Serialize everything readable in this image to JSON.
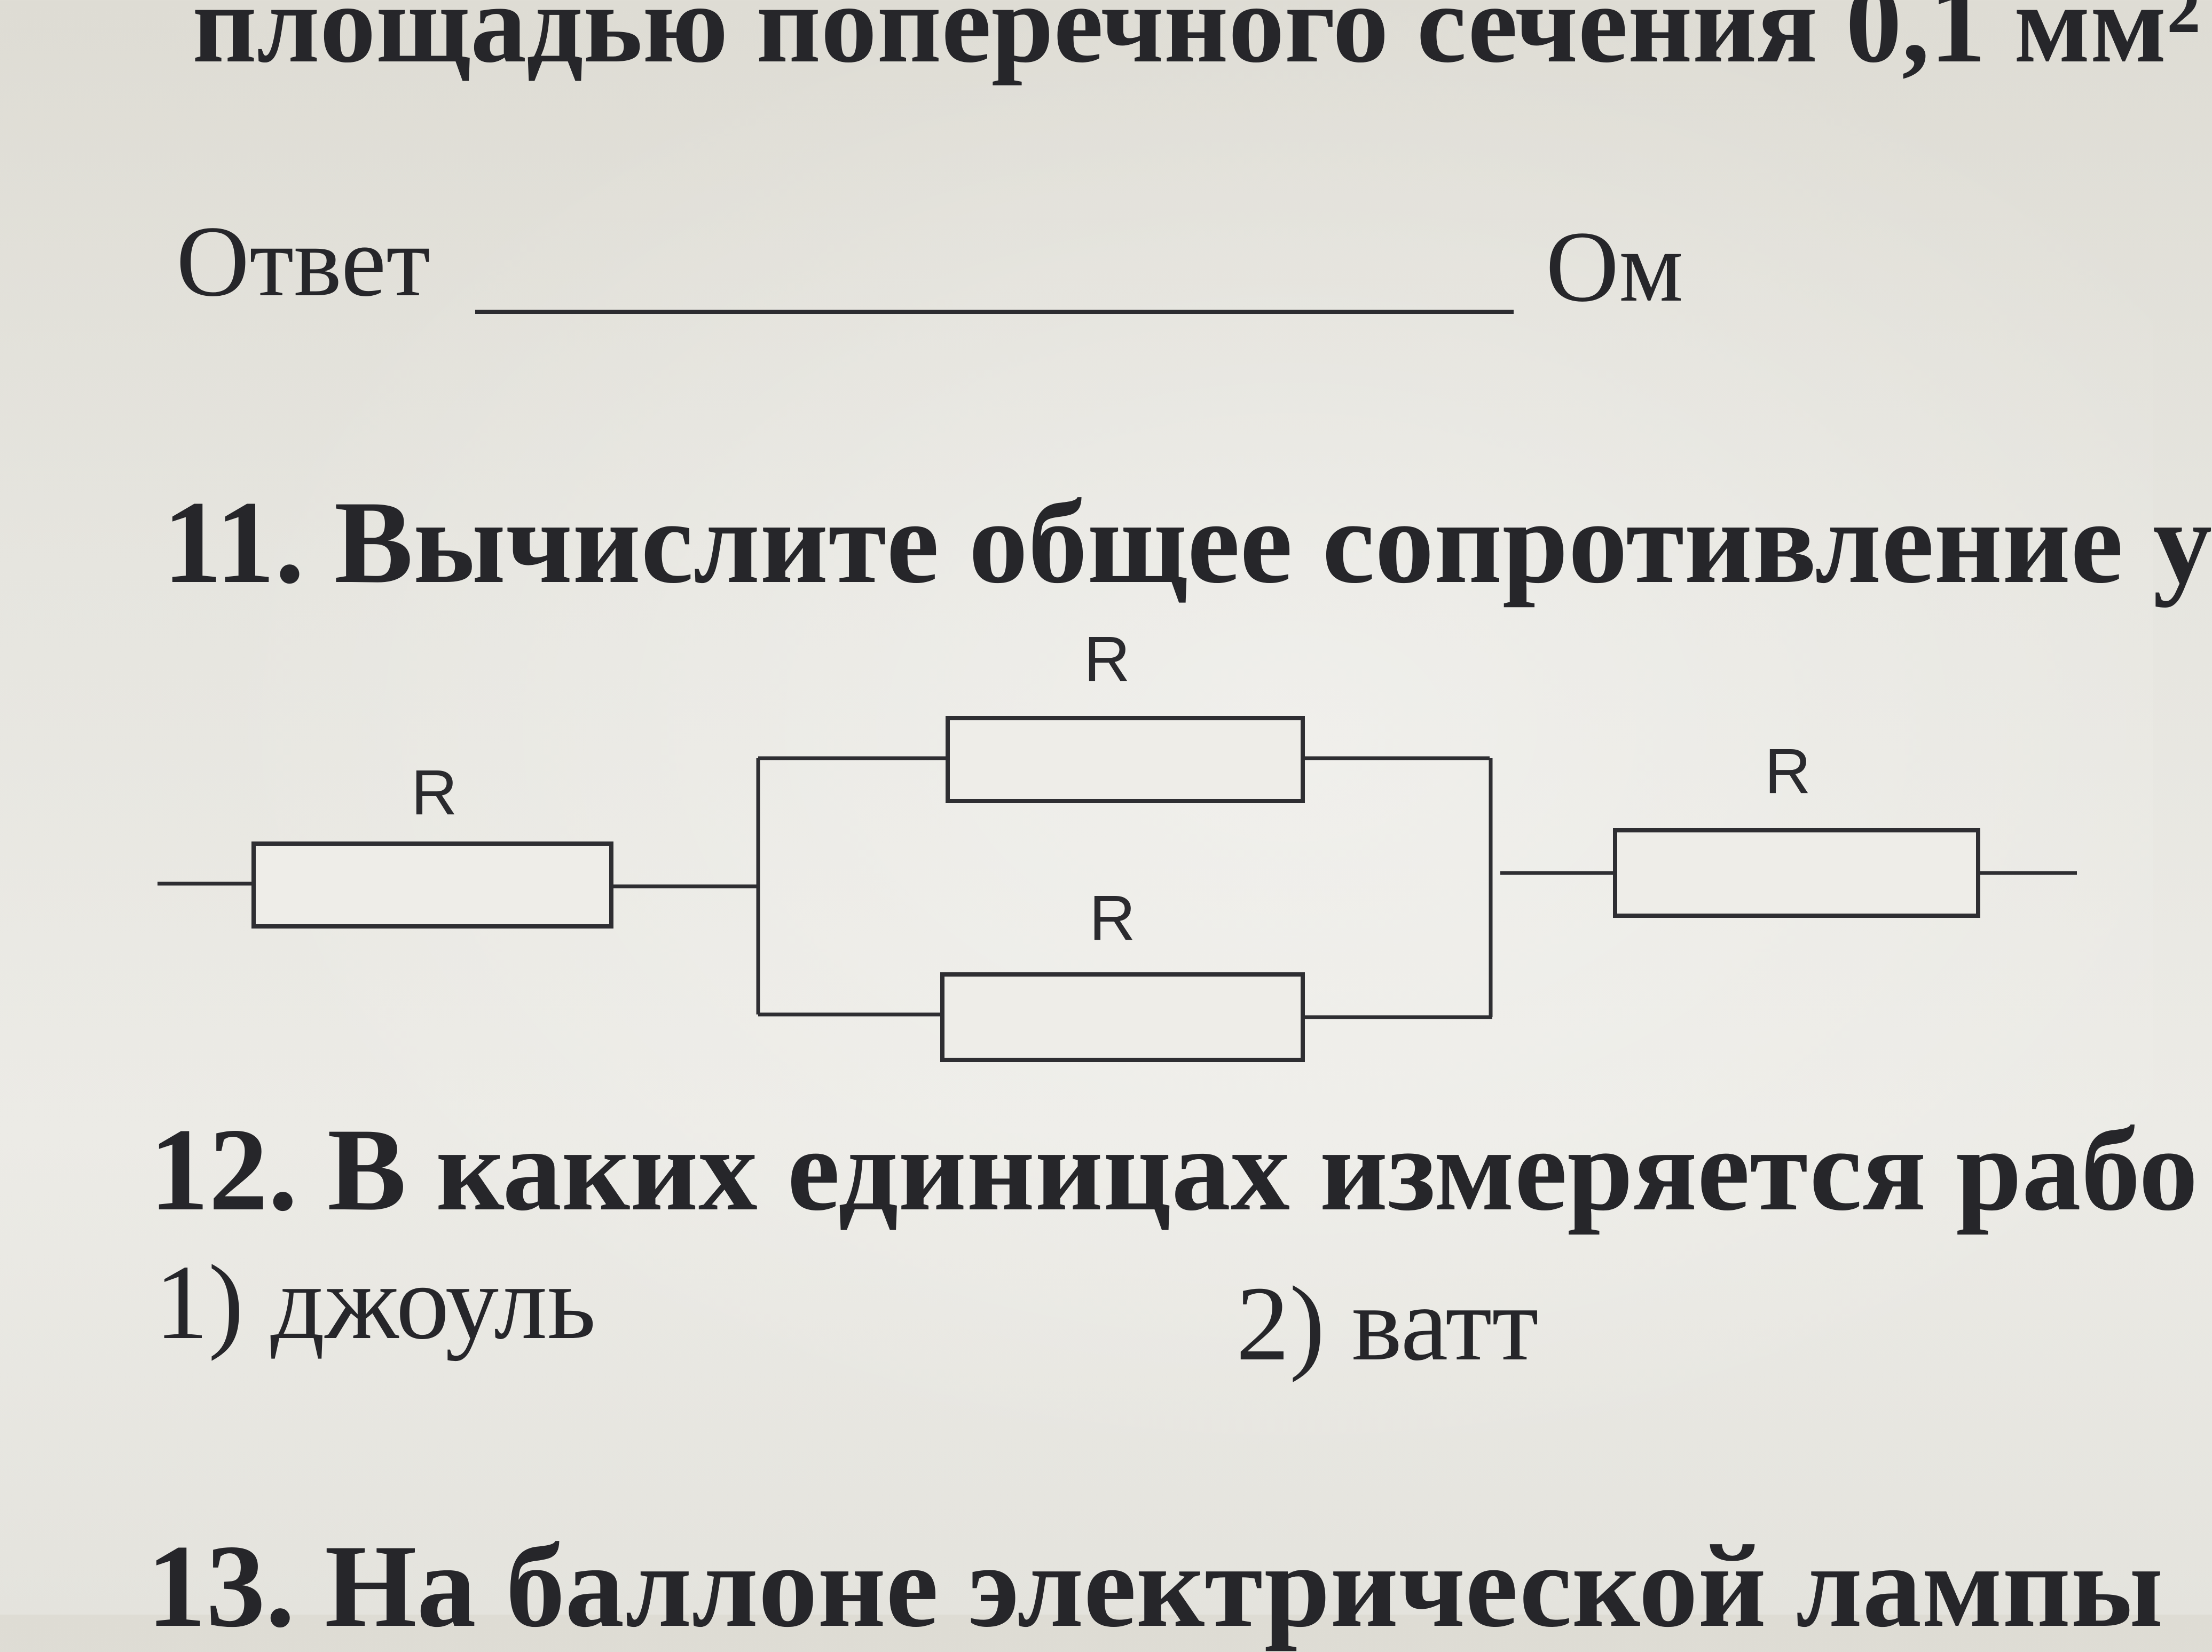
{
  "page": {
    "top_cut_text": "площадью поперечного сечения 0,1 мм²",
    "answer": {
      "label": "Ответ",
      "unit": "Ом"
    },
    "questions": [
      {
        "number": "11.",
        "text": "11. Вычислите общее сопротивление у"
      },
      {
        "number": "12.",
        "text": "12. В каких единицах измеряется рабо",
        "options": [
          "1) джоуль",
          "2) ватт"
        ]
      },
      {
        "number": "13.",
        "text": "13. На баллоне электрической лампы"
      }
    ]
  },
  "diagram": {
    "title": "",
    "resistors": [
      {
        "id": "r-left",
        "label": "R"
      },
      {
        "id": "r-parallel-top",
        "label": "R"
      },
      {
        "id": "r-parallel-bottom",
        "label": "R"
      },
      {
        "id": "r-right",
        "label": "R"
      }
    ],
    "topology": "series(R, parallel(R, R), R)"
  }
}
